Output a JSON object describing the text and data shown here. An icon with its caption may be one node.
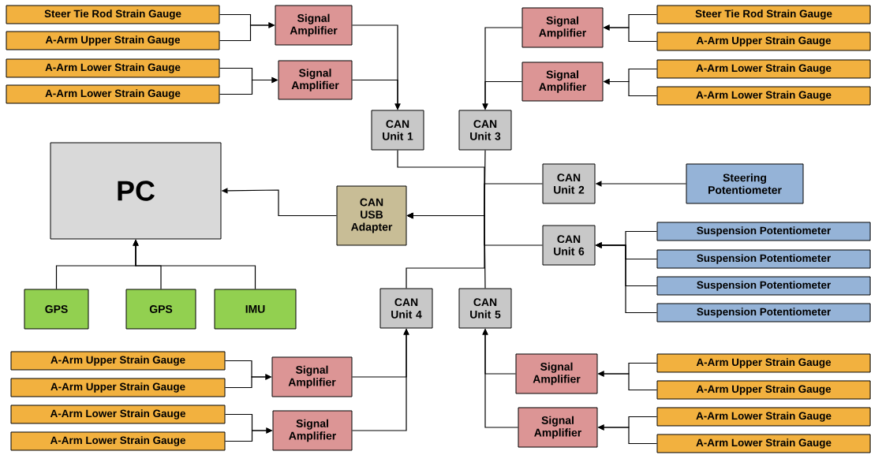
{
  "diagram": {
    "nodes": [
      {
        "text": [
          "Steer Tie Rod Strain Gauge"
        ]
      },
      {
        "text": [
          "A-Arm Upper Strain Gauge"
        ]
      },
      {
        "text": [
          "A-Arm Lower Strain Gauge"
        ]
      },
      {
        "text": [
          "A-Arm Lower Strain Gauge"
        ]
      },
      {
        "text": [
          "Signal Amplifier"
        ]
      },
      {
        "text": [
          "Signal Amplifier"
        ]
      },
      {
        "text": [
          "Signal Amplifier"
        ]
      },
      {
        "text": [
          "Signal Amplifier"
        ]
      },
      {
        "text": [
          "Steer Tie Rod Strain Gauge"
        ]
      },
      {
        "text": [
          "A-Arm Upper Strain Gauge"
        ]
      },
      {
        "text": [
          "A-Arm Lower Strain Gauge"
        ]
      },
      {
        "text": [
          "A-Arm Lower Strain Gauge"
        ]
      },
      {
        "text": [
          "CAN Unit 1"
        ]
      },
      {
        "text": [
          "CAN Unit 3"
        ]
      },
      {
        "text": [
          "PC"
        ]
      },
      {
        "text": [
          "CAN Unit 2"
        ]
      },
      {
        "text": [
          "Steering Potentiometer"
        ]
      },
      {
        "text": [
          "CAN USB Adapter"
        ]
      },
      {
        "text": [
          "CAN Unit 6"
        ]
      },
      {
        "text": [
          "Suspension Potentiometer"
        ]
      },
      {
        "text": [
          "Suspension Potentiometer"
        ]
      },
      {
        "text": [
          "Suspension Potentiometer"
        ]
      },
      {
        "text": [
          "Suspension Potentiometer"
        ]
      },
      {
        "text": [
          "GPS"
        ]
      },
      {
        "text": [
          "GPS"
        ]
      },
      {
        "text": [
          "IMU"
        ]
      },
      {
        "text": [
          "CAN Unit 4"
        ]
      },
      {
        "text": [
          "CAN Unit 5"
        ]
      },
      {
        "text": [
          "A-Arm Upper Strain Gauge"
        ]
      },
      {
        "text": [
          "A-Arm Upper Strain Gauge"
        ]
      },
      {
        "text": [
          "A-Arm Lower Strain Gauge"
        ]
      },
      {
        "text": [
          "A-Arm Lower Strain Gauge"
        ]
      },
      {
        "text": [
          "Signal Amplifier"
        ]
      },
      {
        "text": [
          "Signal Amplifier"
        ]
      },
      {
        "text": [
          "Signal Amplifier"
        ]
      },
      {
        "text": [
          "Signal Amplifier"
        ]
      },
      {
        "text": [
          "A-Arm Upper Strain Gauge"
        ]
      },
      {
        "text": [
          "A-Arm Upper Strain Gauge"
        ]
      },
      {
        "text": [
          "A-Arm Lower Strain Gauge"
        ]
      },
      {
        "text": [
          "A-Arm Lower Strain Gauge"
        ]
      }
    ],
    "edges": [
      {
        "from": 0,
        "to": 4,
        "arrow": "to"
      },
      {
        "from": 1,
        "to": 4,
        "arrow": "to"
      },
      {
        "from": 2,
        "to": 5,
        "arrow": "to"
      },
      {
        "from": 3,
        "to": 5,
        "arrow": "to"
      },
      {
        "from": 4,
        "to": 12,
        "arrow": "to"
      },
      {
        "from": 5,
        "to": 12,
        "arrow": "to"
      },
      {
        "from": 8,
        "to": 6,
        "arrow": "to"
      },
      {
        "from": 9,
        "to": 6,
        "arrow": "to"
      },
      {
        "from": 10,
        "to": 7,
        "arrow": "to"
      },
      {
        "from": 11,
        "to": 7,
        "arrow": "to"
      },
      {
        "from": 6,
        "to": 13,
        "arrow": "to"
      },
      {
        "from": 7,
        "to": 13,
        "arrow": "to"
      },
      {
        "from": 16,
        "to": 15,
        "arrow": "to"
      },
      {
        "from": 19,
        "to": 18,
        "arrow": "to"
      },
      {
        "from": 20,
        "to": 18,
        "arrow": "to"
      },
      {
        "from": 21,
        "to": 18,
        "arrow": "to"
      },
      {
        "from": 22,
        "to": 18,
        "arrow": "to"
      },
      {
        "from": 12,
        "to": 17,
        "arrow": "to"
      },
      {
        "from": 13,
        "to": 17,
        "arrow": "to"
      },
      {
        "from": 15,
        "to": 17,
        "arrow": "to"
      },
      {
        "from": 18,
        "to": 17,
        "arrow": "to"
      },
      {
        "from": 26,
        "to": 17,
        "arrow": "to"
      },
      {
        "from": 27,
        "to": 17,
        "arrow": "to"
      },
      {
        "from": 17,
        "to": 14,
        "arrow": "to"
      },
      {
        "from": 23,
        "to": 14,
        "arrow": "to"
      },
      {
        "from": 24,
        "to": 14,
        "arrow": "to"
      },
      {
        "from": 25,
        "to": 14,
        "arrow": "to"
      },
      {
        "from": 28,
        "to": 32,
        "arrow": "to"
      },
      {
        "from": 29,
        "to": 32,
        "arrow": "to"
      },
      {
        "from": 30,
        "to": 33,
        "arrow": "to"
      },
      {
        "from": 31,
        "to": 33,
        "arrow": "to"
      },
      {
        "from": 32,
        "to": 26,
        "arrow": "to"
      },
      {
        "from": 33,
        "to": 26,
        "arrow": "to"
      },
      {
        "from": 36,
        "to": 34,
        "arrow": "to"
      },
      {
        "from": 37,
        "to": 34,
        "arrow": "to"
      },
      {
        "from": 38,
        "to": 35,
        "arrow": "to"
      },
      {
        "from": 39,
        "to": 35,
        "arrow": "to"
      },
      {
        "from": 34,
        "to": 27,
        "arrow": "to"
      },
      {
        "from": 35,
        "to": 27,
        "arrow": "to"
      }
    ]
  }
}
